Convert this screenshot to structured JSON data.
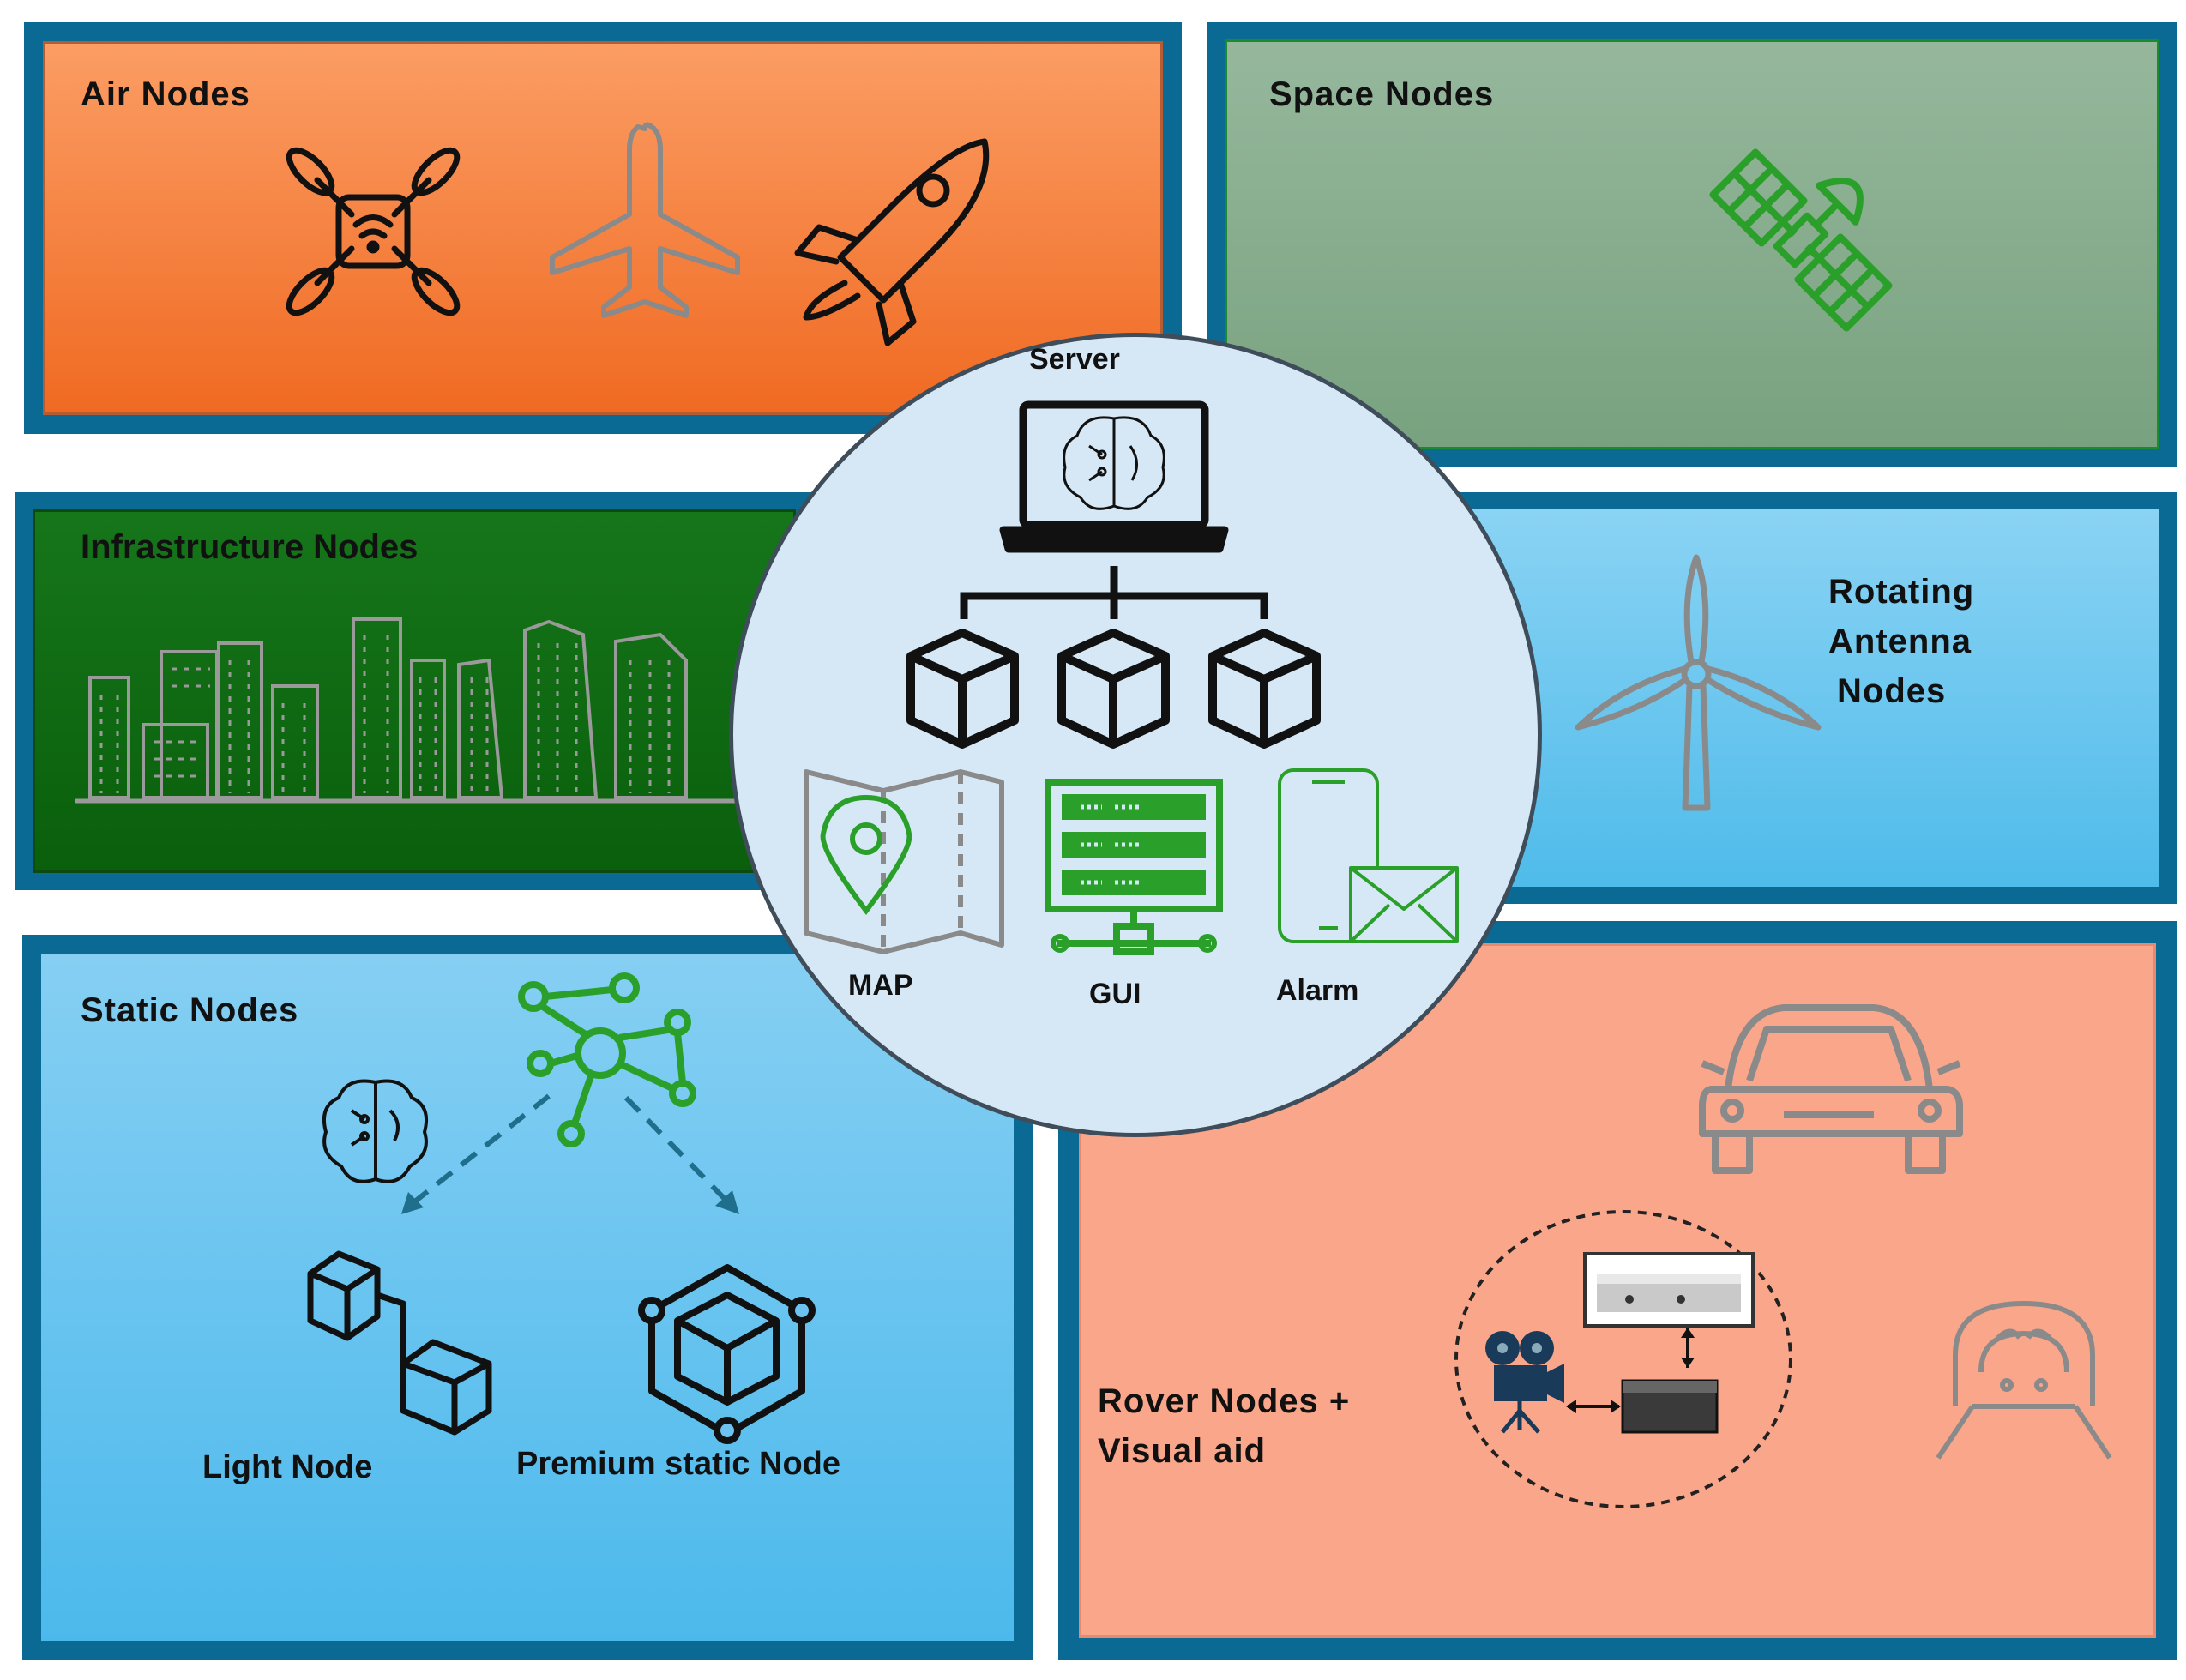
{
  "panels": {
    "air": {
      "title": "Air Nodes",
      "fill": "#f47a36",
      "border": "#0a6a93"
    },
    "space": {
      "title": "Space Nodes",
      "fill": "#86aa8e",
      "border": "#0a6a93"
    },
    "infrastructure": {
      "title": "Infrastructure Nodes",
      "fill": "#0f6b12",
      "border": "#0a6a93"
    },
    "rotating": {
      "title_lines": [
        "Rotating",
        "Antenna",
        "Nodes"
      ],
      "fill": "#60c0ee",
      "border": "#0a6a93"
    },
    "static": {
      "title": "Static Nodes",
      "fill": "#6cc3f0",
      "border": "#0a6a93",
      "light_node": "Light Node",
      "premium_node": "Premium static Node"
    },
    "rover": {
      "title_lines": [
        "Rover Nodes +",
        "Visual aid"
      ],
      "fill": "#f9a68a",
      "border": "#0a6a93"
    }
  },
  "server": {
    "title": "Server",
    "fill": "#d6e8f6",
    "items": {
      "map": "MAP",
      "gui": "GUI",
      "alarm": "Alarm"
    }
  },
  "colors": {
    "green_icon": "#2aa02a",
    "grey_icon": "#8a8a8a",
    "dashed_arrow": "#1f6e8c"
  }
}
